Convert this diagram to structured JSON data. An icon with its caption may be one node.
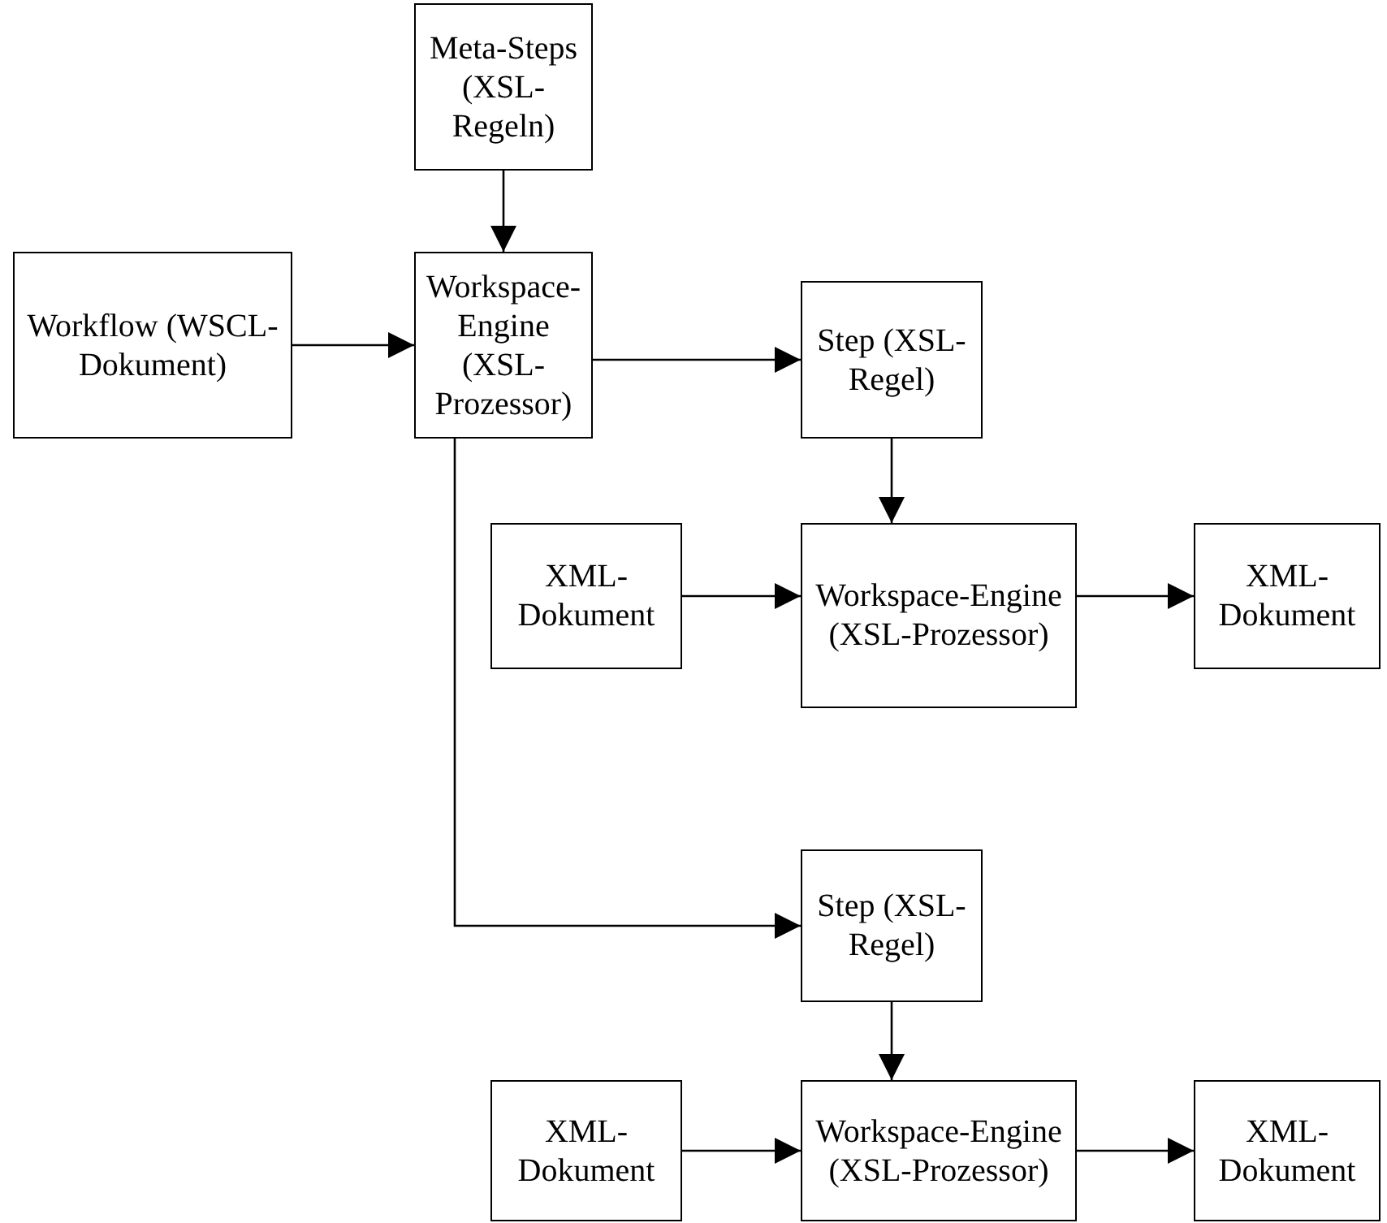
{
  "diagram": {
    "nodes": [
      {
        "text": [
          "Meta-Steps (XSL-Regeln)"
        ]
      },
      {
        "text": [
          "Workflow (WSCL-Dokument)"
        ]
      },
      {
        "text": [
          "Workspace-Engine (XSL-Prozessor)"
        ]
      },
      {
        "text": [
          "Step (XSL-Regel)"
        ]
      },
      {
        "text": [
          "XML-Dokument"
        ]
      },
      {
        "text": [
          "Workspace-Engine (XSL-Prozessor)"
        ]
      },
      {
        "text": [
          "XML-Dokument"
        ]
      },
      {
        "text": [
          "Step (XSL-Regel)"
        ]
      },
      {
        "text": [
          "XML-Dokument"
        ]
      },
      {
        "text": [
          "Workspace-Engine (XSL-Prozessor)"
        ]
      },
      {
        "text": [
          "XML-Dokument"
        ]
      }
    ],
    "edges": [
      {
        "from": 0,
        "to": 2,
        "arrow": "to"
      },
      {
        "from": 1,
        "to": 2,
        "arrow": "to"
      },
      {
        "from": 2,
        "to": 3,
        "arrow": "to"
      },
      {
        "from": 3,
        "to": 5,
        "arrow": "to"
      },
      {
        "from": 4,
        "to": 5,
        "arrow": "to"
      },
      {
        "from": 5,
        "to": 6,
        "arrow": "to"
      },
      {
        "from": 2,
        "to": 7,
        "arrow": "to"
      },
      {
        "from": 7,
        "to": 9,
        "arrow": "to"
      },
      {
        "from": 8,
        "to": 9,
        "arrow": "to"
      },
      {
        "from": 9,
        "to": 10,
        "arrow": "to"
      }
    ]
  }
}
